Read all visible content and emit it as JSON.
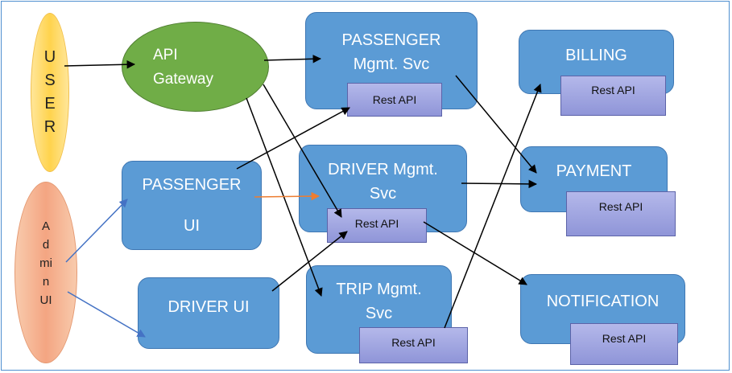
{
  "nodes": {
    "user": "U\nS\nE\nR",
    "admin_ui": "A\nd\nmi\nn\nUI",
    "api_gateway": "API\nGateway",
    "passenger_mgmt": "PASSENGER\nMgmt. Svc",
    "driver_mgmt": "DRIVER Mgmt.\nSvc",
    "trip_mgmt": "TRIP Mgmt.\nSvc",
    "passenger_ui_line1": "PASSENGER",
    "passenger_ui_line2": "UI",
    "driver_ui": "DRIVER UI",
    "billing": "BILLING",
    "payment": "PAYMENT",
    "notification": "NOTIFICATION"
  },
  "rest_label": "Rest API",
  "colors": {
    "service_fill": "#5b9bd5",
    "rest_fill": "#a6aae3",
    "gateway_fill": "#70ad47",
    "user_fill": "#ffd966",
    "admin_fill": "#f4b183",
    "arrow_black": "#000000",
    "arrow_blue": "#4472c4",
    "arrow_orange": "#ed7d31"
  }
}
